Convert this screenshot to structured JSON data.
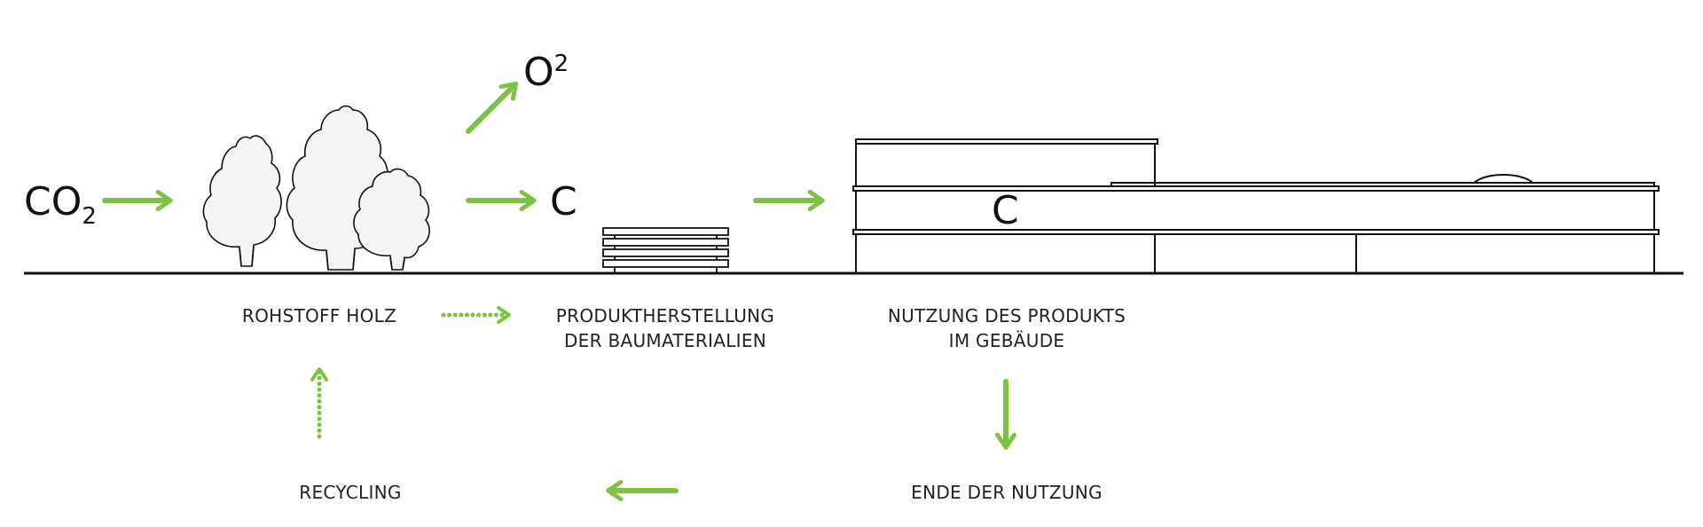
{
  "symbols": {
    "co2_main": "CO",
    "co2_sub": "2",
    "o2_main": "O",
    "o2_sup": "2",
    "carbon_tree": "C",
    "carbon_building": "C"
  },
  "stages": {
    "raw_material": "ROHSTOFF HOLZ",
    "production_line1": "PRODUKTHERSTELLUNG",
    "production_line2": "DER BAUMATERIALIEN",
    "usage_line1": "NUTZUNG DES PRODUKTS",
    "usage_line2": "IM GEBÄUDE",
    "end_of_use": "ENDE DER NUTZUNG",
    "recycling": "RECYCLING"
  },
  "colors": {
    "arrow": "#7dc242",
    "line": "#111111",
    "fill": "#f4f4f4"
  }
}
